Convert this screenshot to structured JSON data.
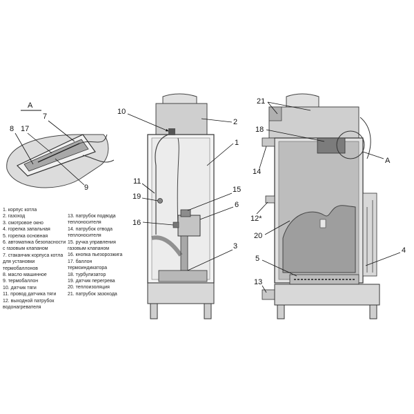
{
  "callouts": {
    "view_a_title": "А",
    "view_a_7": "7",
    "view_a_8": "8",
    "view_a_17": "17",
    "view_a_9": "9",
    "front_10": "10",
    "front_2": "2",
    "front_1": "1",
    "front_11": "11",
    "front_19": "19",
    "front_15": "15",
    "front_6": "6",
    "front_16": "16",
    "front_3": "3",
    "side_21": "21",
    "side_18": "18",
    "side_14": "14",
    "side_a": "А",
    "side_12": "12*",
    "side_20": "20",
    "side_5": "5",
    "side_4": "4",
    "side_13": "13"
  },
  "legend_left": [
    "1. корпус котла",
    "2. газоход",
    "3. смотровое окно",
    "4. горелка запальная",
    "5. горелка основная",
    "6. автоматика безопасности с газовым клапаном",
    "7. стаканчик корпуса котла для установки термобаллонов",
    "8. масло машинное",
    "9. термобаллон",
    "10. датчик тяги",
    "11. провод датчика тяги",
    "12. выходной патрубок водонагревателя"
  ],
  "legend_right": [
    "13. патрубок подвода теплоносителя",
    "14. патрубок отвода теплоносителя",
    "15. ручка управления газовым клапаном",
    "16. кнопка пьезорозжига",
    "17. баллон термоиндикатора",
    "18. турбулизатор",
    "19. датчик перегрева",
    "20. теплоизоляция",
    "21. патрубок зазохода"
  ],
  "colors": {
    "line": "#3a3a3a",
    "fill_light": "#e6e6e6",
    "fill_mid": "#bdbdbd",
    "fill_dark": "#9a9a9a"
  }
}
